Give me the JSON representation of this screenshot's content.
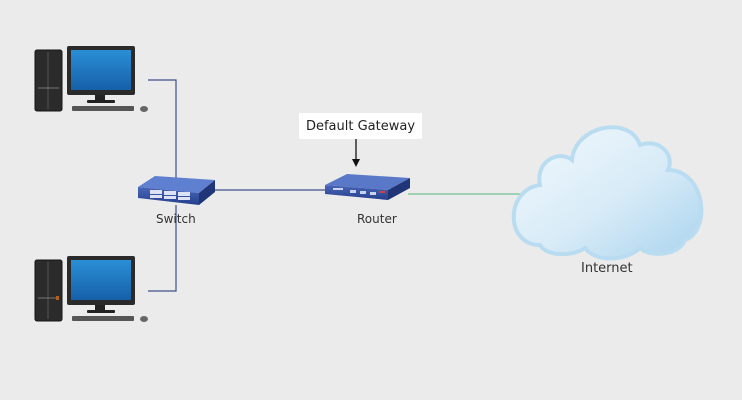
{
  "diagram": {
    "title": "Default gateway network diagram",
    "nodes": {
      "pc_top": {
        "type": "desktop-computer"
      },
      "pc_bottom": {
        "type": "desktop-computer"
      },
      "switch": {
        "label": "Switch",
        "type": "network-switch"
      },
      "router": {
        "label": "Router",
        "type": "router"
      },
      "internet": {
        "label": "Internet",
        "type": "cloud"
      }
    },
    "callout": {
      "label": "Default Gateway",
      "points_to": "router"
    },
    "links": [
      {
        "from": "pc_top",
        "to": "switch",
        "color": "#3f4f8a"
      },
      {
        "from": "pc_bottom",
        "to": "switch",
        "color": "#3f4f8a"
      },
      {
        "from": "switch",
        "to": "router",
        "color": "#3f4f8a"
      },
      {
        "from": "router",
        "to": "internet",
        "color": "#6fc48f"
      }
    ]
  }
}
